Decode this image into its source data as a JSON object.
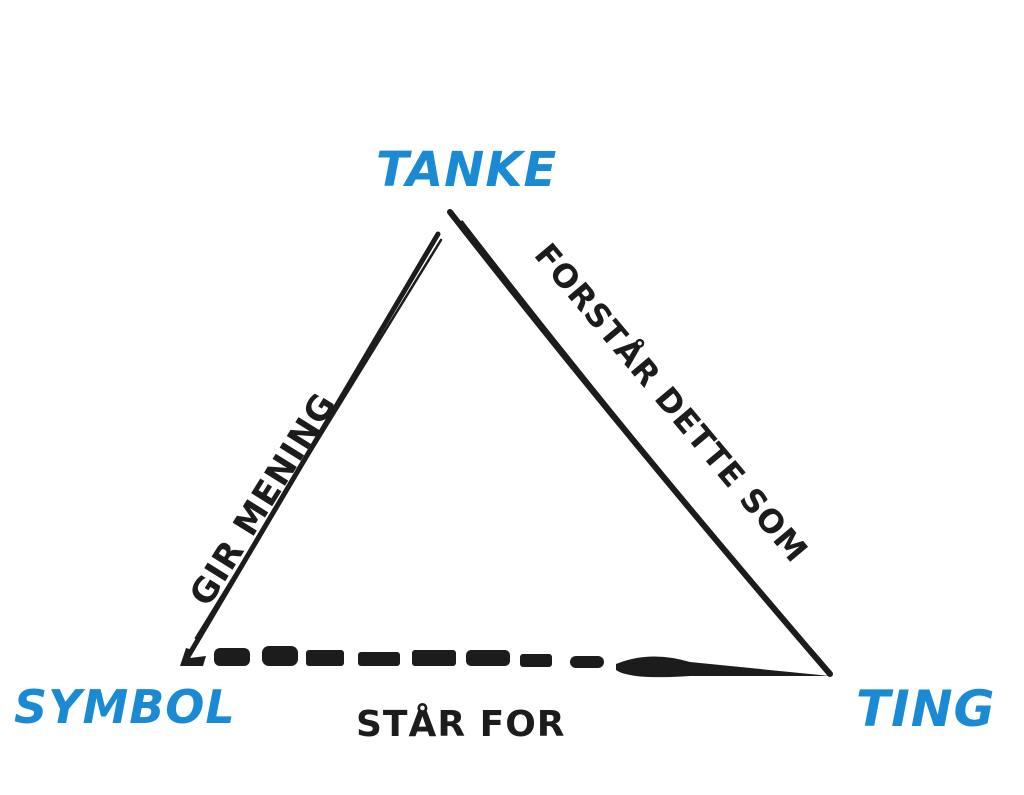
{
  "diagram": {
    "type": "semiotic-triangle",
    "colors": {
      "node_text": "#1a8ad4",
      "edge": "#1c1c1c",
      "background": "#ffffff"
    },
    "nodes": {
      "top": {
        "label": "TANKE"
      },
      "bottom_left": {
        "label": "SYMBOL"
      },
      "bottom_right": {
        "label": "TING"
      }
    },
    "edges": {
      "left": {
        "from": "SYMBOL",
        "to": "TANKE",
        "style": "solid",
        "label": "GIR MENING"
      },
      "right": {
        "from": "TANKE",
        "to": "TING",
        "style": "solid",
        "label": "FORSTÅR DETTE SOM"
      },
      "bottom": {
        "from": "SYMBOL",
        "to": "TING",
        "style": "dashed",
        "label": "STÅR FOR"
      }
    }
  }
}
